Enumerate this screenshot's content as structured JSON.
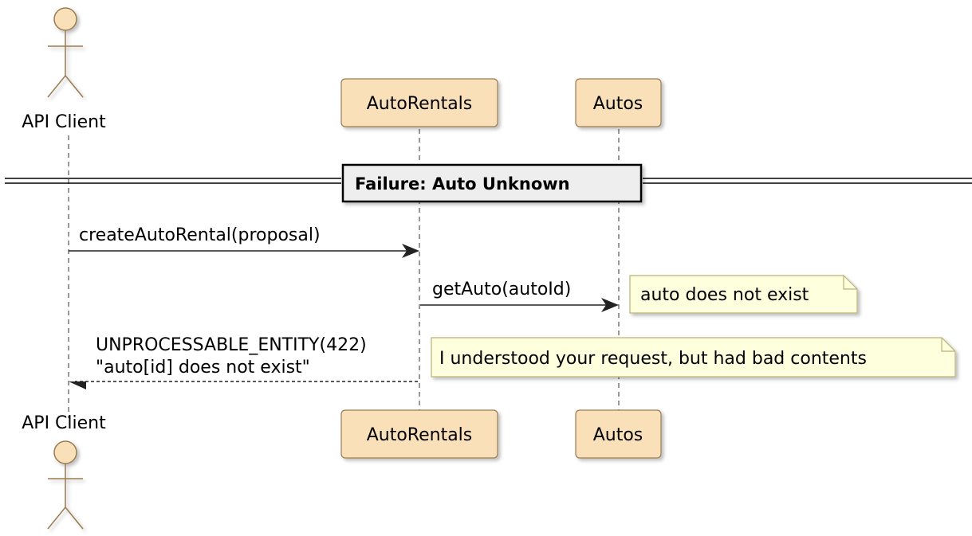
{
  "participants": {
    "actor_top": "API Client",
    "actor_bottom": "API Client",
    "autorentals_top": "AutoRentals",
    "autorentals_bottom": "AutoRentals",
    "autos_top": "Autos",
    "autos_bottom": "Autos"
  },
  "divider": {
    "label": "Failure: Auto Unknown"
  },
  "messages": {
    "create": "createAutoRental(proposal)",
    "get_auto": "getAuto(autoId)",
    "reply_line1": "UNPROCESSABLE_ENTITY(422)",
    "reply_line2": "\"auto[id] does not exist\""
  },
  "notes": {
    "autos_note": "auto does not exist",
    "reply_note": "I understood your request, but had bad contents"
  },
  "colors": {
    "participant_fill": "#F9E0B9",
    "participant_stroke": "#9A7B4F",
    "note_fill": "#FEFFDC",
    "note_stroke": "#B8B27A",
    "divider_fill": "#EEEEEE"
  }
}
